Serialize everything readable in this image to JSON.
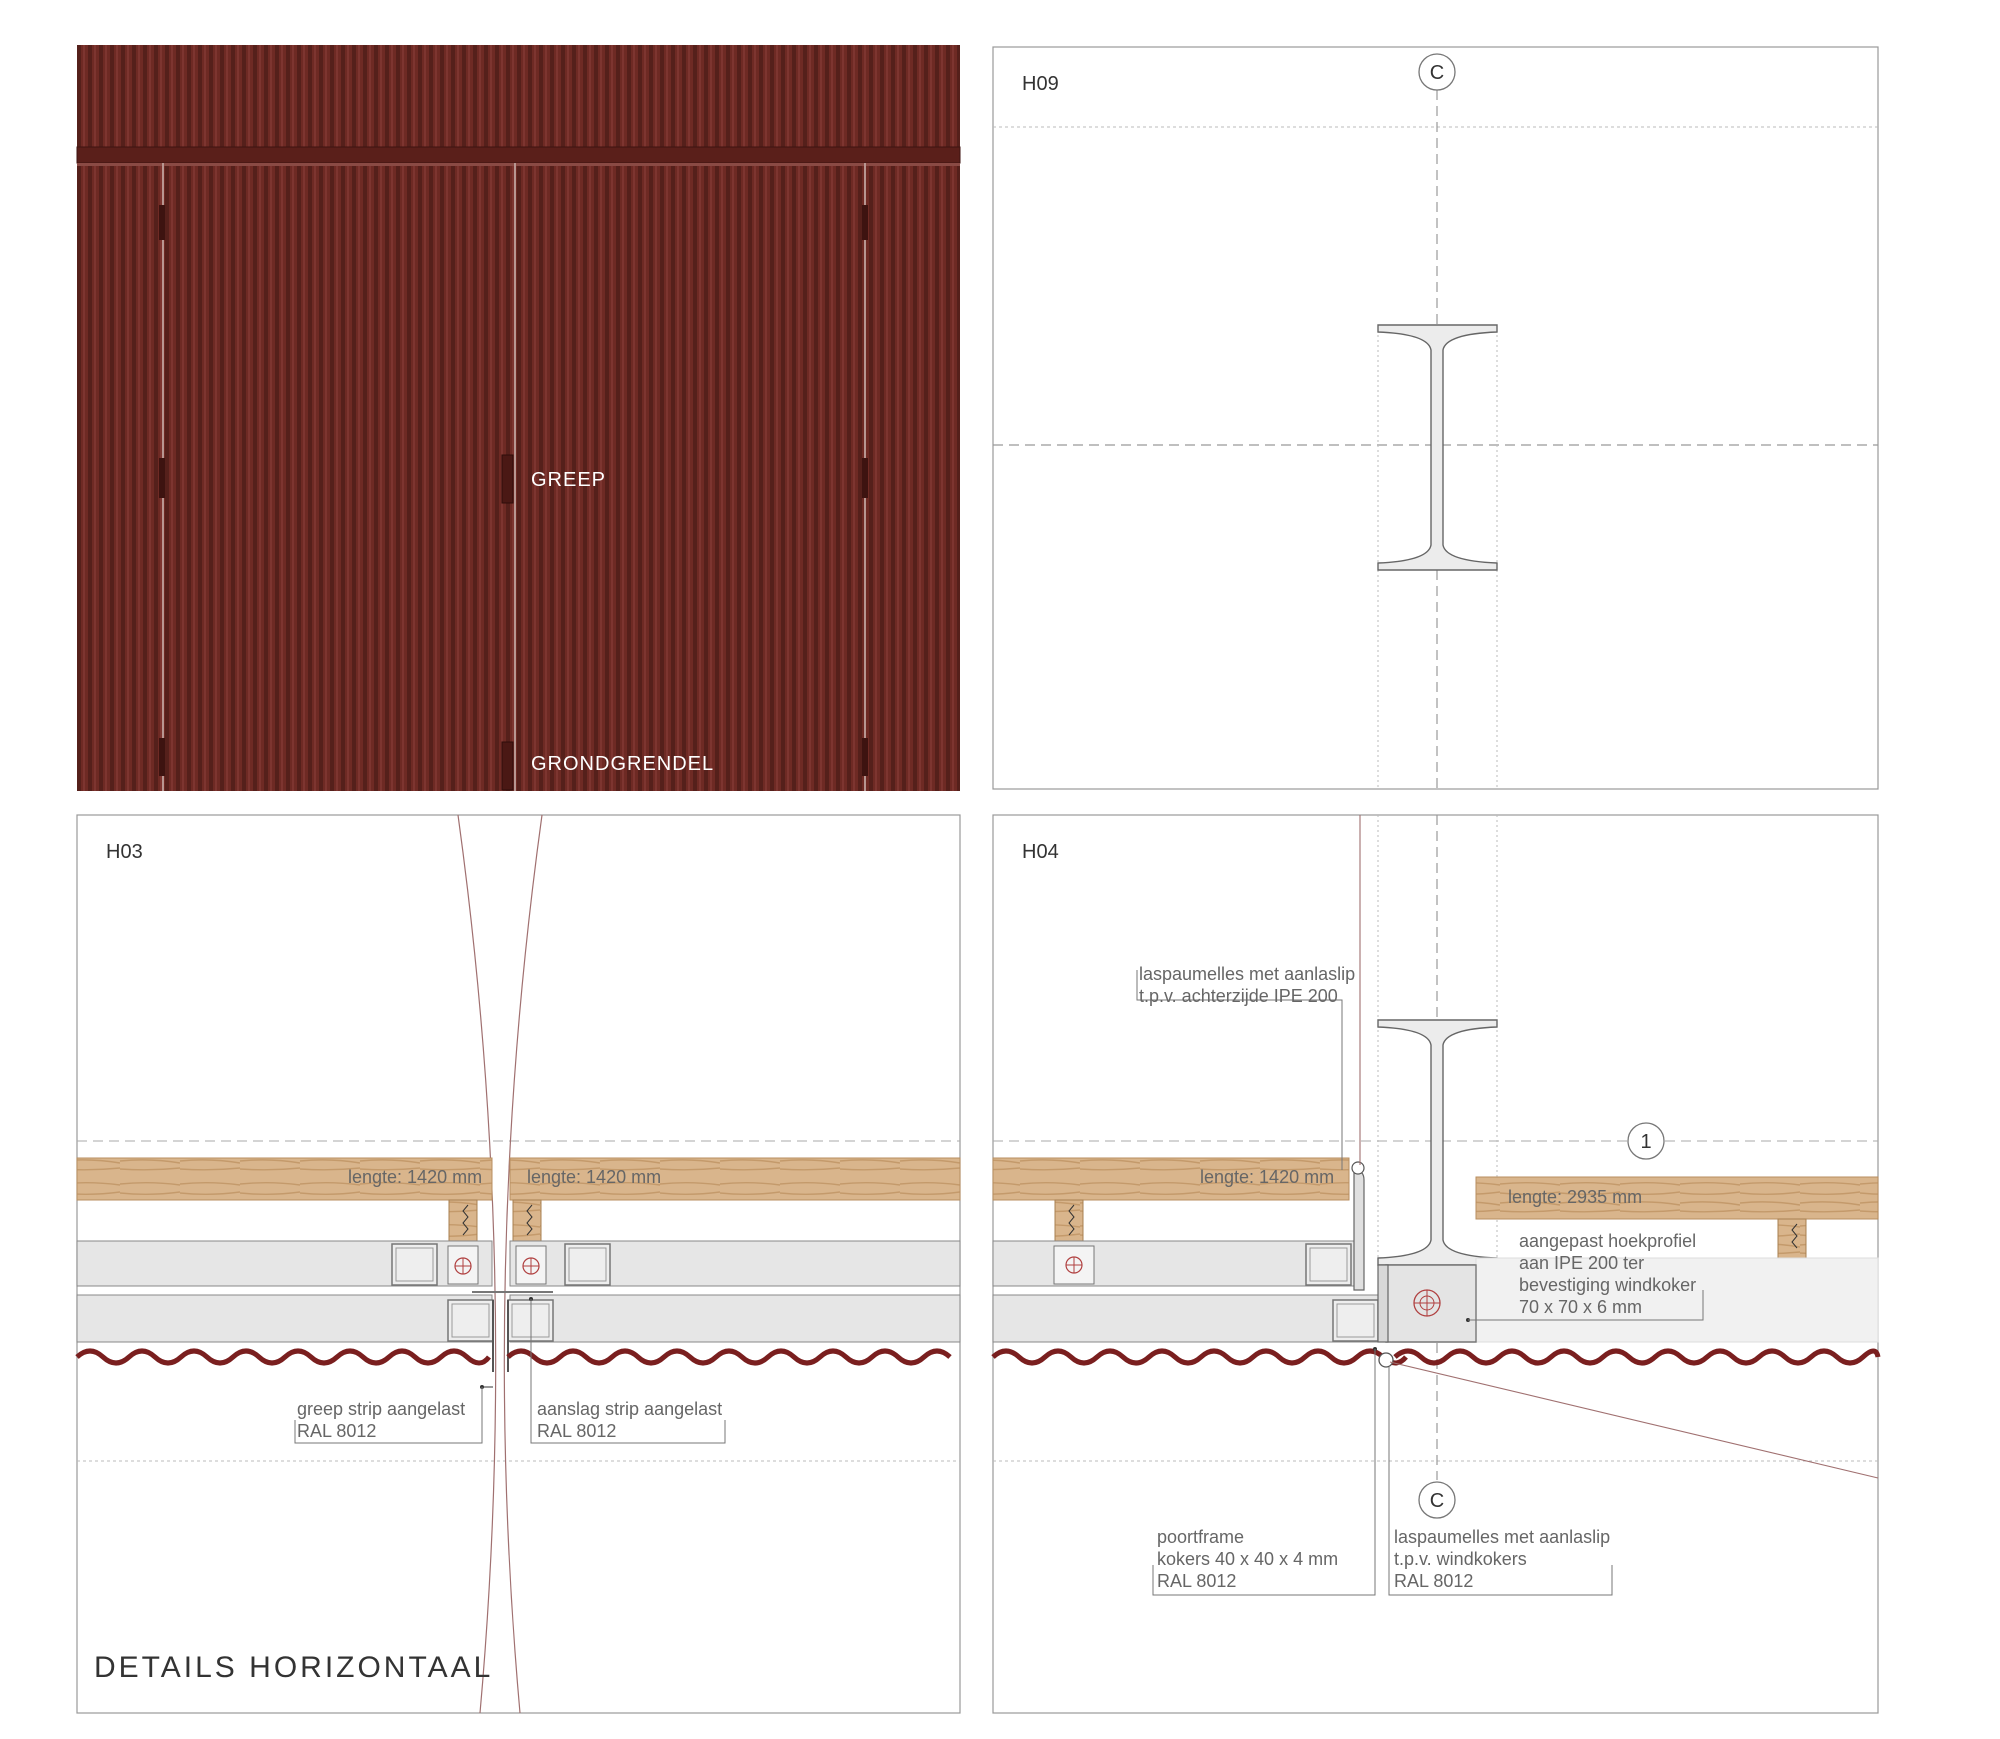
{
  "panels": {
    "elevation": {
      "greep": "GREEP",
      "grondgrendel": "GRONDGRENDEL"
    },
    "h09": {
      "code": "H09",
      "axis": "C"
    },
    "h03": {
      "code": "H03",
      "beam_left": "lengte: 1420 mm",
      "beam_right": "lengte: 1420 mm",
      "note_left": [
        "greep strip aangelast",
        "RAL 8012"
      ],
      "note_right": [
        "aanslag strip aangelast",
        "RAL 8012"
      ],
      "title": "DETAILS HORIZONTAAL"
    },
    "h04": {
      "code": "H04",
      "axis_c": "C",
      "axis_1": "1",
      "beam_left": "lengte: 1420 mm",
      "beam_right": "lengte: 2935 mm",
      "note_top": [
        "laspaumelles met aanlaslip",
        "t.p.v. achterzijde IPE 200"
      ],
      "note_angle": [
        "aangepast hoekprofiel",
        "aan IPE 200 ter",
        "bevestiging windkoker",
        "70 x 70 x 6 mm"
      ],
      "note_frame": [
        "poortframe",
        "kokers 40 x 40 x 4 mm",
        "RAL 8012"
      ],
      "note_las": [
        "laspaumelles met aanlaslip",
        "t.p.v. windkokers",
        "RAL 8012"
      ]
    }
  },
  "colors": {
    "cladding": "#6e2a24",
    "cladding_dark": "#4f1a16",
    "wave": "#7a1f1f",
    "wood": "#d8b48a",
    "steel": "#e6e6e6"
  }
}
